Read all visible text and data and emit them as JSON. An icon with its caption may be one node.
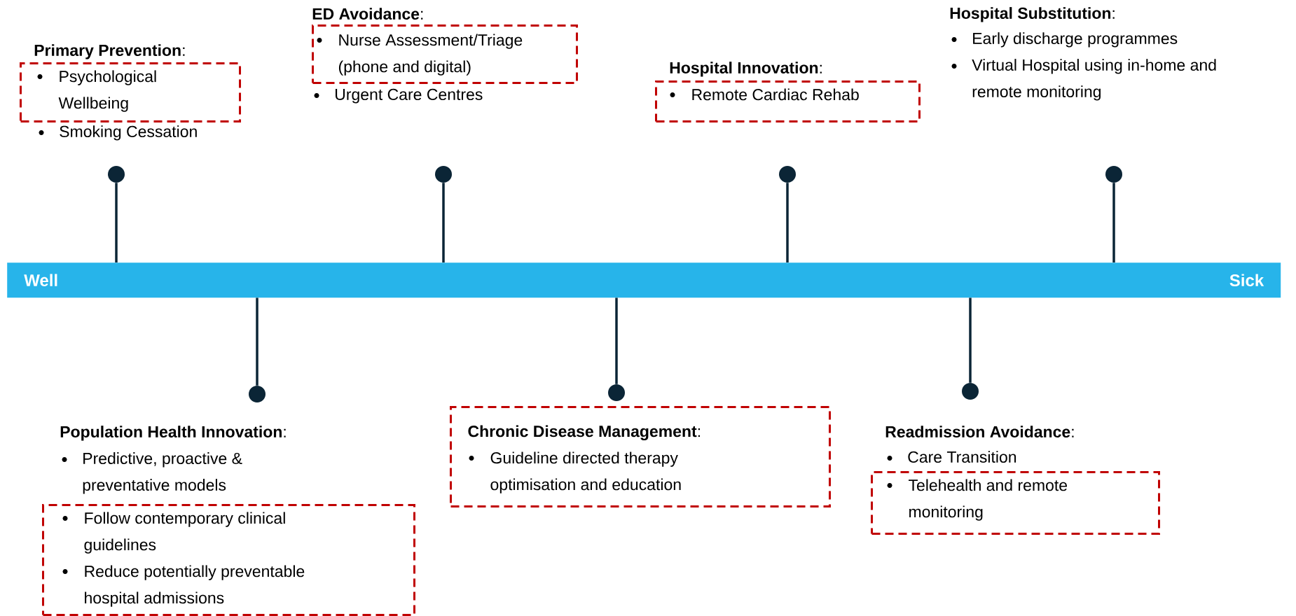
{
  "diagram": {
    "nodes": [
      {
        "text": [
          "Well",
          "Sick"
        ]
      },
      {
        "text": [],
        "shape": "circle"
      },
      {
        "text": [],
        "shape": "circle"
      },
      {
        "text": [],
        "shape": "circle"
      },
      {
        "text": [],
        "shape": "circle"
      },
      {
        "text": [],
        "shape": "circle"
      },
      {
        "text": [],
        "shape": "circle"
      },
      {
        "text": [],
        "shape": "circle"
      },
      {
        "text": [
          "Psychological Wellbeing"
        ]
      },
      {
        "text": [
          "Nurse Assessment/Triage (phone and digital)"
        ]
      },
      {
        "text": [
          "Follow contemporary clinical guidelines",
          "Reduce potentially preventable hospital admissions"
        ]
      },
      {
        "text": [
          "**Chronic Disease Management**:",
          "Guideline directed therapy optimisation and education"
        ]
      },
      {
        "text": [
          "Remote Cardiac Rehab"
        ]
      },
      {
        "text": [
          "Telehealth and remote monitoring"
        ]
      }
    ],
    "edges": [
      {
        "from": 0,
        "to": 1,
        "arrow": "none"
      },
      {
        "from": 0,
        "to": 2,
        "arrow": "none"
      },
      {
        "from": 0,
        "to": 3,
        "arrow": "none"
      },
      {
        "from": 0,
        "to": 4,
        "arrow": "none"
      },
      {
        "from": 0,
        "to": 5,
        "arrow": "none"
      },
      {
        "from": 0,
        "to": 6,
        "arrow": "none"
      },
      {
        "from": 0,
        "to": 7,
        "arrow": "none"
      }
    ],
    "labels": [
      "**Primary Prevention**:",
      "Smoking Cessation",
      "**Population Health Innovation**:",
      "Predictive, proactive & preventative models",
      "**ED Avoidance**:",
      "Urgent Care Centres",
      "**Hospital Innovation**:",
      "**Readmission Avoidance**:",
      "Care Transition",
      "**Hospital Substitution**:",
      "Early discharge programmes",
      "Virtual Hospital using in-home and remote monitoring"
    ]
  }
}
